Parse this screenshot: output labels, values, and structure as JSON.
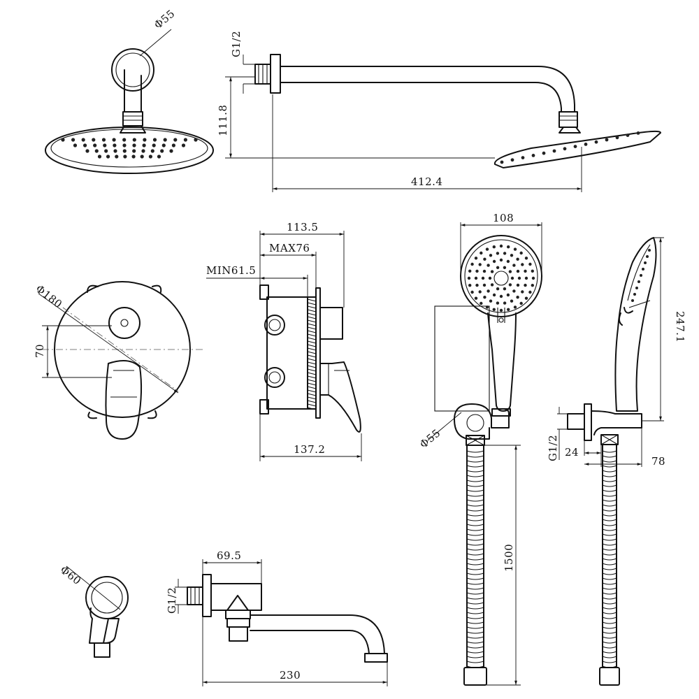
{
  "dimensions": {
    "head_diameter": "Φ55",
    "head_thread": "G1/2",
    "head_height": "111.8",
    "arm_length": "412.4",
    "panel_diameter": "Φ180",
    "panel_offset": "70",
    "box_depth_total": "113.5",
    "box_depth_max": "MAX76",
    "box_depth_min": "MIN61.5",
    "box_width": "137.2",
    "hand_width": "108",
    "holder_diameter": "Φ55",
    "hand_length": "247.1",
    "holder_thread": "G1/2",
    "holder_depth": "24",
    "holder_projection": "78",
    "hose_length": "1500",
    "spout_diameter": "Φ60",
    "spout_thread": "G1/2",
    "spout_depth": "69.5",
    "spout_length": "230"
  },
  "colors": {
    "line": "#111111",
    "background": "#ffffff"
  }
}
